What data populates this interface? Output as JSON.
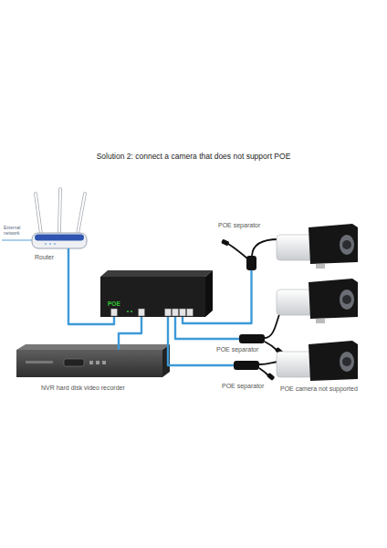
{
  "diagram": {
    "title": "Solution 2: connect a camera that does not support POE",
    "nodes": [
      {
        "text": [
          "Router"
        ]
      },
      {
        "text": [
          "POE"
        ]
      },
      {
        "text": [
          "POE separator"
        ]
      },
      {
        "text": [
          "POE separator"
        ]
      },
      {
        "text": [
          "NVR hard disk video recorder"
        ]
      },
      {
        "text": [
          "POE separator"
        ]
      }
    ],
    "edges": [
      {
        "from": 0,
        "to": 1,
        "arrow": "none"
      },
      {
        "from": 1,
        "to": 4,
        "arrow": "none"
      },
      {
        "from": 1,
        "to": 2,
        "arrow": "none"
      },
      {
        "from": 1,
        "to": 3,
        "arrow": "none"
      },
      {
        "from": 1,
        "to": 5,
        "arrow": "none"
      }
    ],
    "labels": [
      "External network",
      "POE camera not supported"
    ]
  }
}
